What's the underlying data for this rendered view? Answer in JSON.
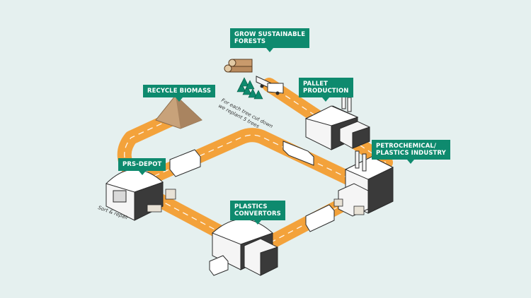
{
  "colors": {
    "background": "#e5f0ef",
    "road": "#f3a23b",
    "callout": "#0e8a6e",
    "building": "#f5f5f5",
    "outline": "#2b2b2b",
    "tree": "#0e8a6e",
    "biomass": "#c8a27a"
  },
  "labels": {
    "grow_forests": "GROW SUSTAINABLE\nFORESTS",
    "recycle_biomass": "RECYCLE BIOMASS",
    "pallet_production": "PALLET\nPRODUCTION",
    "petrochemical": "PETROCHEMICAL/\nPLASTICS INDUSTRY",
    "prs_depot": "PRS-DEPOT",
    "plastics_convertors": "PLASTICS\nCONVERTORS"
  },
  "notes": {
    "replant": "For each tree cut down\nwe replant 5 trees",
    "sort_repair": "Sort & repair"
  },
  "icons": [
    "log-pile-icon",
    "truck-icon",
    "tree-icon",
    "factory-icon",
    "warehouse-icon",
    "wood-chip-pile-icon",
    "pallet-stack-icon"
  ]
}
